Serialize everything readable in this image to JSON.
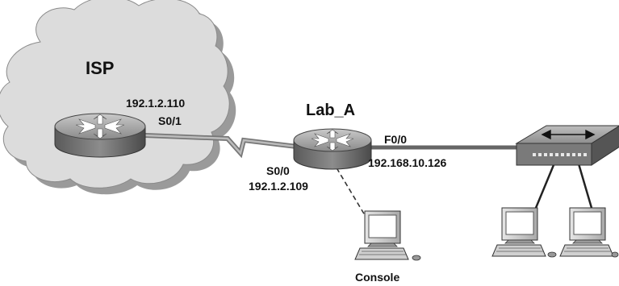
{
  "cloud": {
    "label": "ISP"
  },
  "isp_router": {
    "ip": "192.1.2.110",
    "interface": "S0/1"
  },
  "lab_router": {
    "name": "Lab_A",
    "serial_interface": "S0/0",
    "serial_ip": "192.1.2.109",
    "fast_ethernet_interface": "F0/0",
    "fast_ethernet_ip": "192.168.10.126"
  },
  "console": {
    "label": "Console"
  },
  "icons": [
    "cloud-icon",
    "router-icon",
    "switch-icon",
    "pc-icon",
    "serial-link-icon"
  ]
}
